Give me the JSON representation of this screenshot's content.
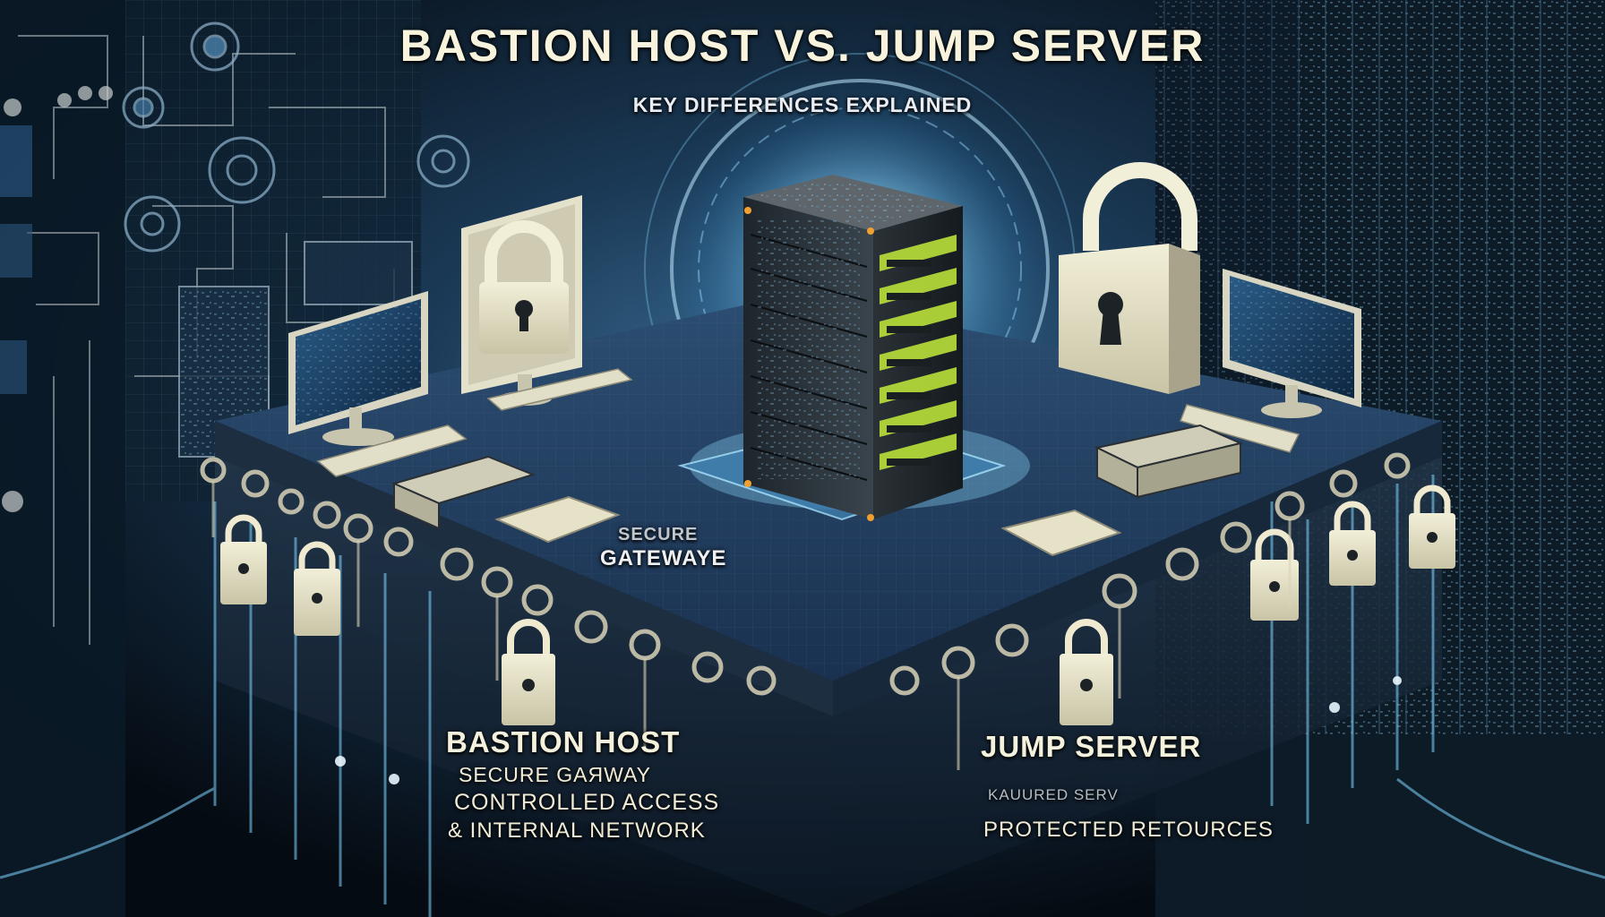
{
  "header": {
    "title": "BASTION HOST VS. JUMP SERVER",
    "subtitle": "KEY DIFFERENCES EXPLAINED"
  },
  "center": {
    "label_top": "SECURE",
    "label_bottom": "GATEWAYE"
  },
  "bastion": {
    "title": "BASTION HOST",
    "lines": [
      "SECURE GAЯWAY",
      "CONTROLLED ACCESS",
      "& INTERNAL NETWORK"
    ]
  },
  "jump": {
    "title": "JUMP SERVER",
    "lines": [
      "KAUURED SERV",
      "PROTECTED RETOURCES"
    ]
  },
  "colors": {
    "background": "#0a1420",
    "accent_glow": "#7fd3ff",
    "text_cream": "#f2f0de",
    "server_led": "#b9e03a"
  },
  "icons": [
    "server-rack-icon",
    "padlock-icon",
    "monitor-icon",
    "keyboard-icon",
    "circuit-icon",
    "gear-icon",
    "keyhole-icon"
  ]
}
